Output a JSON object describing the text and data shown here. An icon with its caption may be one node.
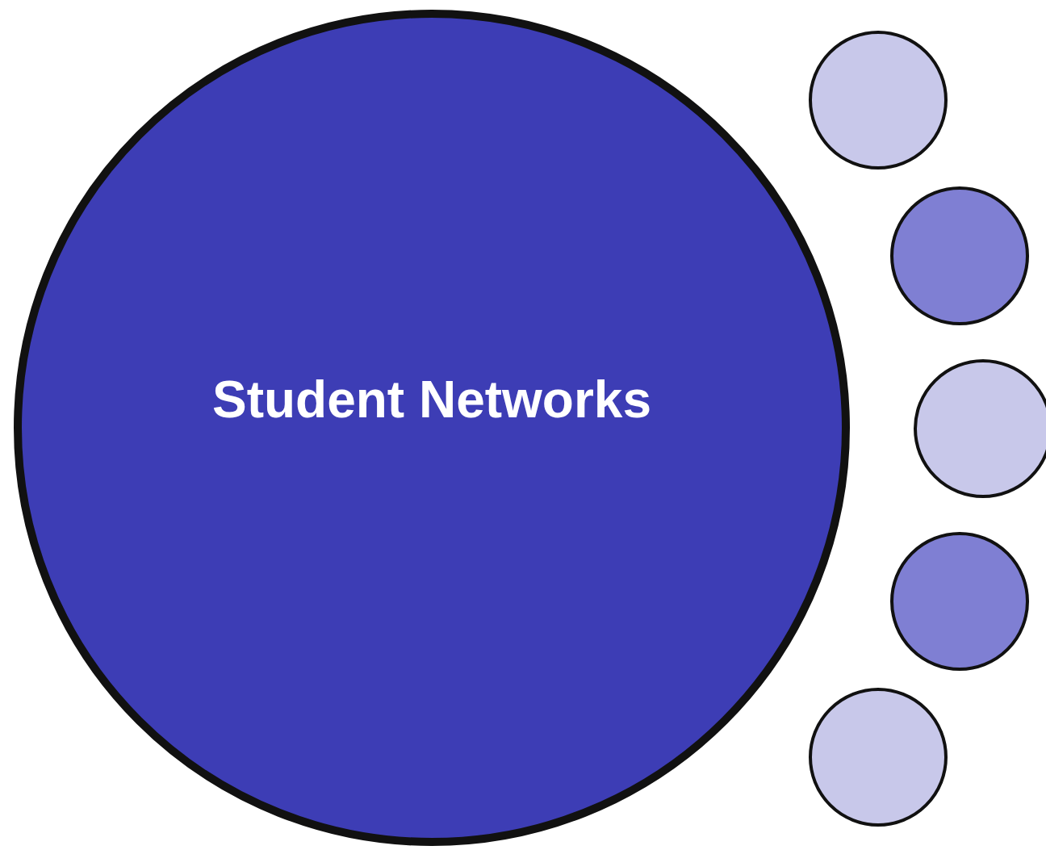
{
  "diagram": {
    "nodes": [
      {
        "text": [
          "Student Networks"
        ]
      },
      {
        "text": [],
        "shape": "circle"
      },
      {
        "text": [],
        "shape": "circle"
      },
      {
        "text": [],
        "shape": "circle"
      },
      {
        "text": [],
        "shape": "circle"
      },
      {
        "text": [],
        "shape": "circle"
      }
    ]
  }
}
